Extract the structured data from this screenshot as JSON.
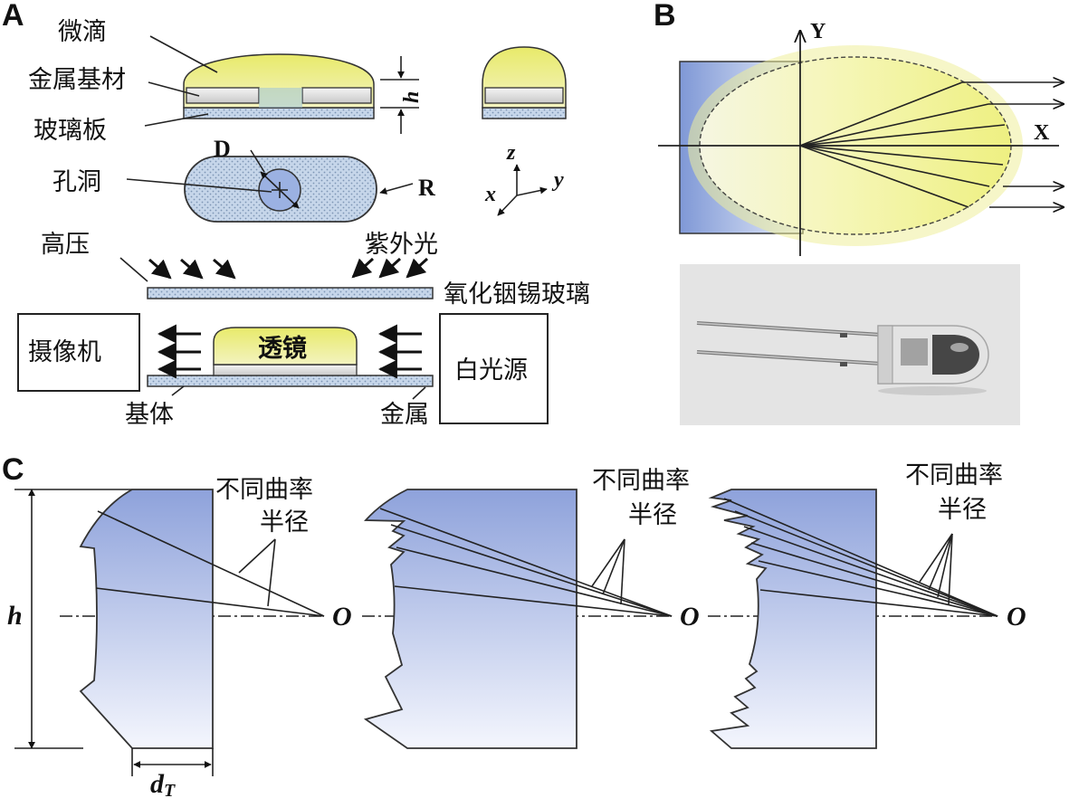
{
  "panel_a": {
    "letter": "A",
    "droplet": "微滴",
    "metal_substrate": "金属基材",
    "glass_plate": "玻璃板",
    "hole": "孔洞",
    "diameter": "D",
    "radius": "R",
    "height": "h",
    "axis_z": "z",
    "axis_x": "x",
    "axis_y": "y",
    "high_voltage": "高压",
    "uv_light": "紫外光",
    "ito_glass": "氧化铟锡玻璃",
    "camera": "摄像机",
    "lens": "透镜",
    "white_light": "白光源",
    "base": "基体",
    "metal": "金属"
  },
  "panel_b": {
    "letter": "B",
    "axis_y": "Y",
    "axis_x": "X"
  },
  "panel_c": {
    "letter": "C",
    "label_1": "不同曲率",
    "label_2": "半径",
    "height": "h",
    "origin": "O",
    "thickness_main": "d",
    "thickness_sub": "T"
  },
  "colors": {
    "droplet_yellow": "#e6e86a",
    "lens_blue": "#8fa3dc",
    "glass_hatch": "#b8cbe3"
  }
}
